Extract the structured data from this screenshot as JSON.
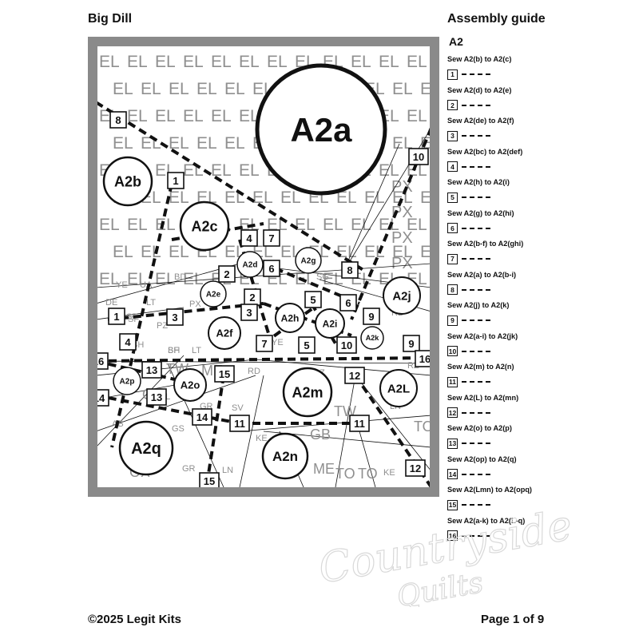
{
  "header": {
    "title": "Big Dill",
    "guide_title": "Assembly guide",
    "section": "A2"
  },
  "footer": {
    "copyright": "©2025 Legit Kits",
    "page": "Page 1 of 9"
  },
  "colors": {
    "frame": "#8a8a8a",
    "fabric_text": "#8f8f8f",
    "ink": "#111111"
  },
  "watermark": {
    "line1": "Countryside",
    "line2": "Quilts"
  },
  "steps": [
    {
      "n": "1",
      "text": "Sew A2(b) to A2(c)"
    },
    {
      "n": "2",
      "text": "Sew A2(d) to A2(e)"
    },
    {
      "n": "3",
      "text": "Sew A2(de) to A2(f)"
    },
    {
      "n": "4",
      "text": "Sew A2(bc) to A2(def)"
    },
    {
      "n": "5",
      "text": "Sew A2(h) to A2(i)"
    },
    {
      "n": "6",
      "text": "Sew A2(g) to A2(hi)"
    },
    {
      "n": "7",
      "text": "Sew A2(b-f) to A2(ghi)"
    },
    {
      "n": "8",
      "text": "Sew A2(a) to A2(b-i)"
    },
    {
      "n": "9",
      "text": "Sew A2(j) to A2(k)"
    },
    {
      "n": "10",
      "text": "Sew A2(a-i) to A2(jk)"
    },
    {
      "n": "11",
      "text": "Sew A2(m) to A2(n)"
    },
    {
      "n": "12",
      "text": "Sew A2(L) to A2(mn)"
    },
    {
      "n": "13",
      "text": "Sew A2(o) to A2(p)"
    },
    {
      "n": "14",
      "text": "Sew A2(op) to A2(q)"
    },
    {
      "n": "15",
      "text": "Sew A2(Lmn) to A2(opq)"
    },
    {
      "n": "16",
      "text": "Sew A2(a-k) to A2(L-q)"
    }
  ],
  "pieces": [
    {
      "id": "A2a",
      "label": "A2a"
    },
    {
      "id": "A2b",
      "label": "A2b"
    },
    {
      "id": "A2c",
      "label": "A2c"
    },
    {
      "id": "A2d",
      "label": "A2d"
    },
    {
      "id": "A2e",
      "label": "A2e"
    },
    {
      "id": "A2f",
      "label": "A2f"
    },
    {
      "id": "A2g",
      "label": "A2g"
    },
    {
      "id": "A2h",
      "label": "A2h"
    },
    {
      "id": "A2i",
      "label": "A2i"
    },
    {
      "id": "A2j",
      "label": "A2j"
    },
    {
      "id": "A2k",
      "label": "A2k"
    },
    {
      "id": "A2L",
      "label": "A2L"
    },
    {
      "id": "A2m",
      "label": "A2m"
    },
    {
      "id": "A2n",
      "label": "A2n"
    },
    {
      "id": "A2o",
      "label": "A2o"
    },
    {
      "id": "A2p",
      "label": "A2p"
    },
    {
      "id": "A2q",
      "label": "A2q"
    }
  ],
  "seam_markers": [
    "1",
    "1",
    "2",
    "2",
    "3",
    "3",
    "4",
    "4",
    "5",
    "5",
    "6",
    "6",
    "7",
    "7",
    "8",
    "8",
    "9",
    "9",
    "10",
    "10",
    "11",
    "11",
    "12",
    "12",
    "13",
    "13",
    "14",
    "14",
    "15",
    "15",
    "16",
    "16"
  ],
  "fabric_codes": {
    "background": "EL",
    "right_panel": "PX",
    "others": [
      "YE",
      "UA",
      "BD",
      "DE",
      "LT",
      "PX",
      "SF",
      "FIQ",
      "SG",
      "RD",
      "SF",
      "YE",
      "SF",
      "PZ",
      "BH",
      "LT",
      "BH",
      "RD",
      "Z",
      "TW",
      "ME",
      "RZ",
      "OX",
      "ML",
      "GR",
      "SV",
      "GS",
      "AB",
      "KE",
      "GB",
      "TW",
      "GR",
      "LN",
      "OX",
      "ME",
      "TO",
      "TO",
      "KE",
      "TO",
      "LN",
      "Q",
      "Q"
    ]
  }
}
